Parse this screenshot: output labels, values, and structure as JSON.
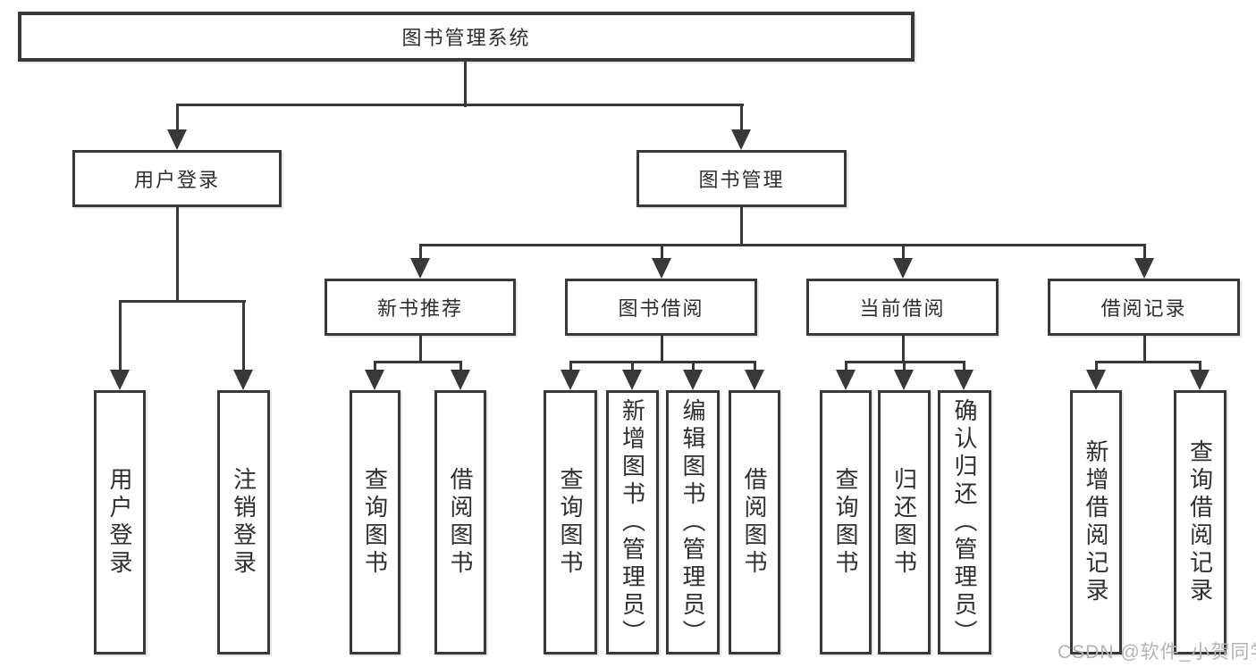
{
  "colors": {
    "line": "#383838",
    "text": "#2f2f2f",
    "background": "#ffffff",
    "watermark": "#b3b3b3"
  },
  "tree": {
    "root": {
      "label": "图书管理系统"
    },
    "branches": [
      {
        "label": "用户登录",
        "leaves": [
          {
            "label": "用户登录"
          },
          {
            "label": "注销登录"
          }
        ]
      },
      {
        "label": "图书管理",
        "groups": [
          {
            "label": "新书推荐",
            "leaves": [
              {
                "label": "查询图书"
              },
              {
                "label": "借阅图书"
              }
            ]
          },
          {
            "label": "图书借阅",
            "leaves": [
              {
                "label": "查询图书"
              },
              {
                "label": "新增图书（管理员）"
              },
              {
                "label": "编辑图书（管理员）"
              },
              {
                "label": "借阅图书"
              }
            ]
          },
          {
            "label": "当前借阅",
            "leaves": [
              {
                "label": "查询图书"
              },
              {
                "label": "归还图书"
              },
              {
                "label": "确认归还（管理员）"
              }
            ]
          },
          {
            "label": "借阅记录",
            "leaves": [
              {
                "label": "新增借阅记录"
              },
              {
                "label": "查询借阅记录"
              }
            ]
          }
        ]
      }
    ]
  },
  "watermark": {
    "text": "CSDN @软件_小贺同学"
  }
}
